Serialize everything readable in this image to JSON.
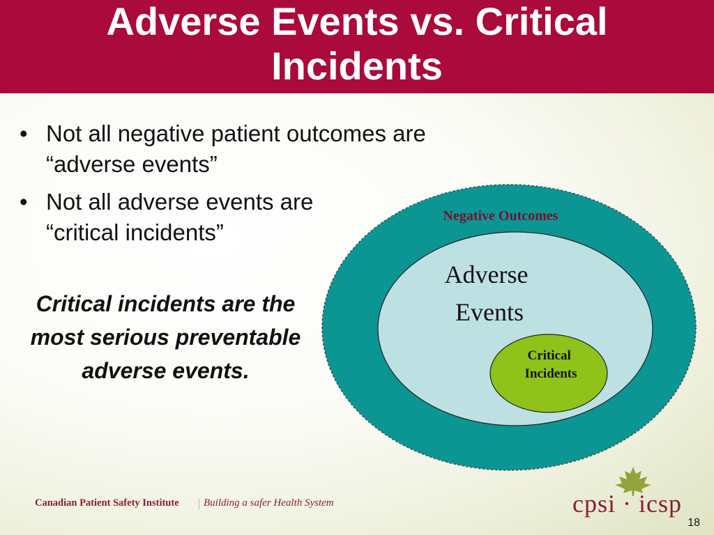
{
  "slide": {
    "title": "Adverse Events vs. Critical Incidents",
    "bullets": [
      "Not all negative patient outcomes are “adverse events”",
      "Not all adverse events are “critical incidents”"
    ],
    "callout": "Critical incidents are the most serious preventable adverse events.",
    "page_number": "18"
  },
  "diagram": {
    "outer_label": "Negative Outcomes",
    "middle_label_line1": "Adverse",
    "middle_label_line2": "Events",
    "inner_label_line1": "Critical",
    "inner_label_line2": "Incidents",
    "colors": {
      "outer_fill": "#0b9694",
      "middle_fill": "#bde0e3",
      "inner_fill": "#8fc31a",
      "outer_label": "#7a0f2e"
    }
  },
  "footer": {
    "organization": "Canadian Patient Safety Institute",
    "tagline": "Building a safer Health System",
    "logo_text": "cpsi · icsp",
    "logo_icon": "maple-leaf-icon"
  },
  "colors": {
    "header_bg": "#aa0a3c",
    "brand": "#8a1b35"
  }
}
